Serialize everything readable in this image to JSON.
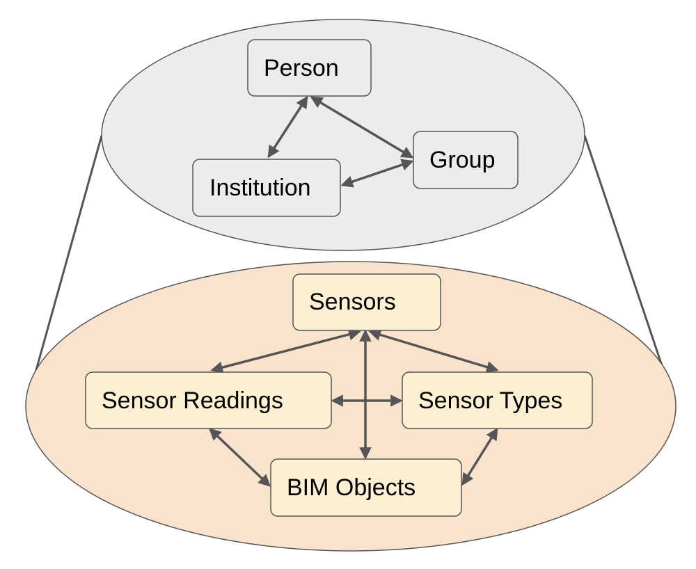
{
  "colors": {
    "top_ellipse_fill": "#ececec",
    "bottom_ellipse_fill": "#fae3cd",
    "top_node_fill": "#ececec",
    "bottom_node_fill": "#fdefd2",
    "stroke": "#555555"
  },
  "top_layer": {
    "nodes": {
      "person": "Person",
      "group": "Group",
      "institution": "Institution"
    },
    "links": [
      [
        "Person",
        "Institution"
      ],
      [
        "Person",
        "Group"
      ],
      [
        "Institution",
        "Group"
      ]
    ]
  },
  "bottom_layer": {
    "nodes": {
      "sensors": "Sensors",
      "sensor_readings": "Sensor Readings",
      "sensor_types": "Sensor Types",
      "bim_objects": "BIM Objects"
    },
    "links": [
      [
        "Sensors",
        "Sensor Readings"
      ],
      [
        "Sensors",
        "Sensor Types"
      ],
      [
        "Sensors",
        "BIM Objects"
      ],
      [
        "Sensor Readings",
        "Sensor Types"
      ],
      [
        "Sensor Readings",
        "BIM Objects"
      ],
      [
        "Sensor Types",
        "BIM Objects"
      ]
    ]
  }
}
